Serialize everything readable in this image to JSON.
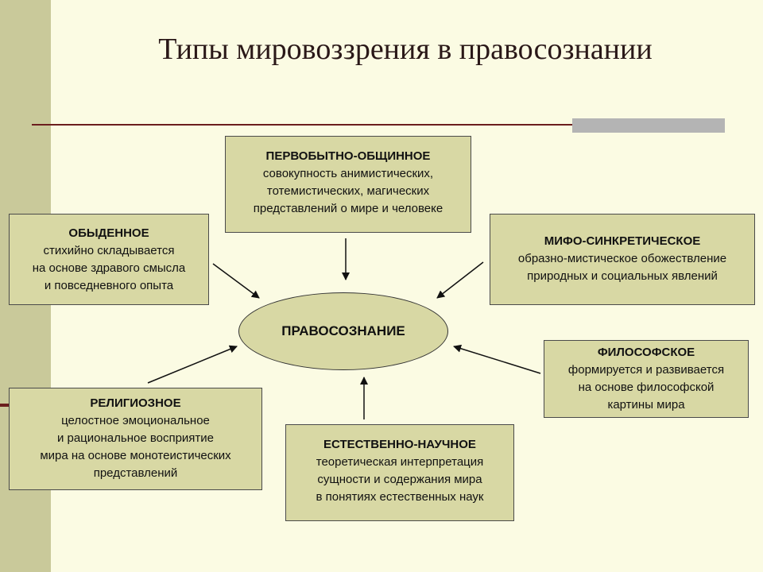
{
  "title": "Типы мировоззрения в правосознании",
  "center": "ПРАВОСОЗНАНИЕ",
  "boxes": {
    "primitive": {
      "title": "ПЕРВОБЫТНО-ОБЩИННОЕ",
      "desc": "совокупность анимистических,\nтотемистических, магических\nпредставлений о мире и человеке"
    },
    "everyday": {
      "title": "ОБЫДЕННОЕ",
      "desc": "стихийно складывается\nна основе здравого смысла\nи повседневного опыта"
    },
    "mythic": {
      "title": "МИФО-СИНКРЕТИЧЕСКОЕ",
      "desc": "образно-мистическое обожествление\nприродных и социальных явлений"
    },
    "philosophical": {
      "title": "ФИЛОСОФСКОЕ",
      "desc": "формируется и развивается\nна основе философской\nкартины мира"
    },
    "religious": {
      "title": "РЕЛИГИОЗНОЕ",
      "desc": "целостное эмоциональное\nи рациональное восприятие\nмира на основе монотеистических\nпредставлений"
    },
    "scientific": {
      "title": "ЕСТЕСТВЕННО-НАУЧНОЕ",
      "desc": "теоретическая интерпретация\nсущности и содержания мира\nв понятиях естественных наук"
    }
  },
  "colors": {
    "box_fill": "#d8d8a4",
    "background": "#fbfbe3",
    "side_band": "#c9c99a",
    "rule": "#6b1e1e"
  }
}
